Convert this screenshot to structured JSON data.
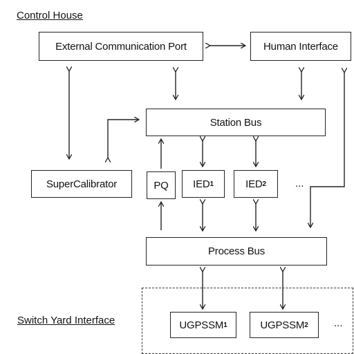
{
  "labels": {
    "control_house": "Control House",
    "switch_yard": "Switch Yard Interface"
  },
  "boxes": {
    "external_port": "External Communication Port",
    "human_interface": "Human Interface",
    "station_bus": "Station Bus",
    "supercalibrator": "SuperCalibrator",
    "pq": "PQ",
    "ied1": {
      "base": "IED",
      "sub": "1"
    },
    "ied2": {
      "base": "IED",
      "sub": "2"
    },
    "process_bus": "Process Bus",
    "ugpssm1": {
      "base": "UGPSSM",
      "sub": "1"
    },
    "ugpssm2": {
      "base": "UGPSSM",
      "sub": "2"
    }
  },
  "ellipsis": "..."
}
